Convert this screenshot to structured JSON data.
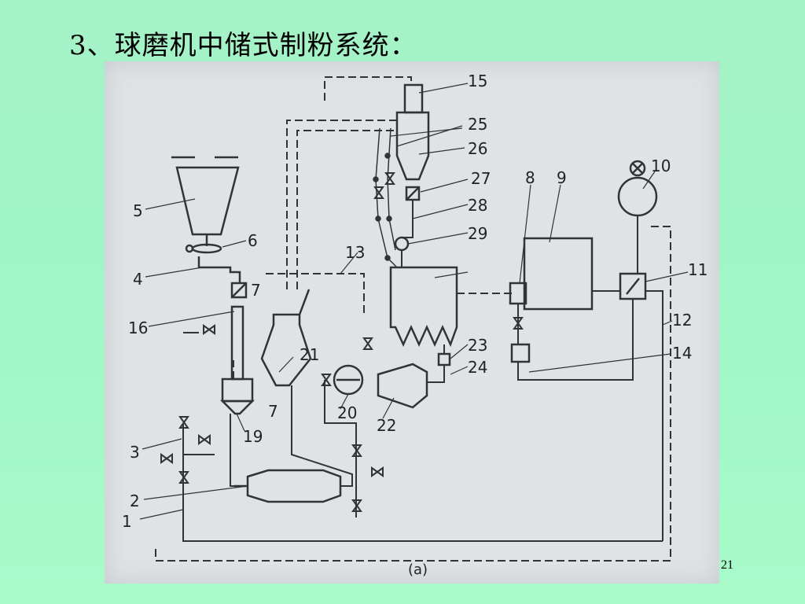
{
  "slide": {
    "title": "3、球磨机中储式制粉系统：",
    "page_number": "21"
  },
  "diagram": {
    "caption": "(a)",
    "callouts": [
      "1",
      "2",
      "3",
      "4",
      "5",
      "6",
      "7",
      "7",
      "8",
      "9",
      "10",
      "11",
      "12",
      "13",
      "14",
      "15",
      "16",
      "19",
      "20",
      "21",
      "22",
      "23",
      "24",
      "25",
      "26",
      "27",
      "28",
      "29"
    ]
  },
  "colors": {
    "background": "#a6f2c7",
    "photo": "#dfe3e6",
    "ink": "#333333"
  }
}
